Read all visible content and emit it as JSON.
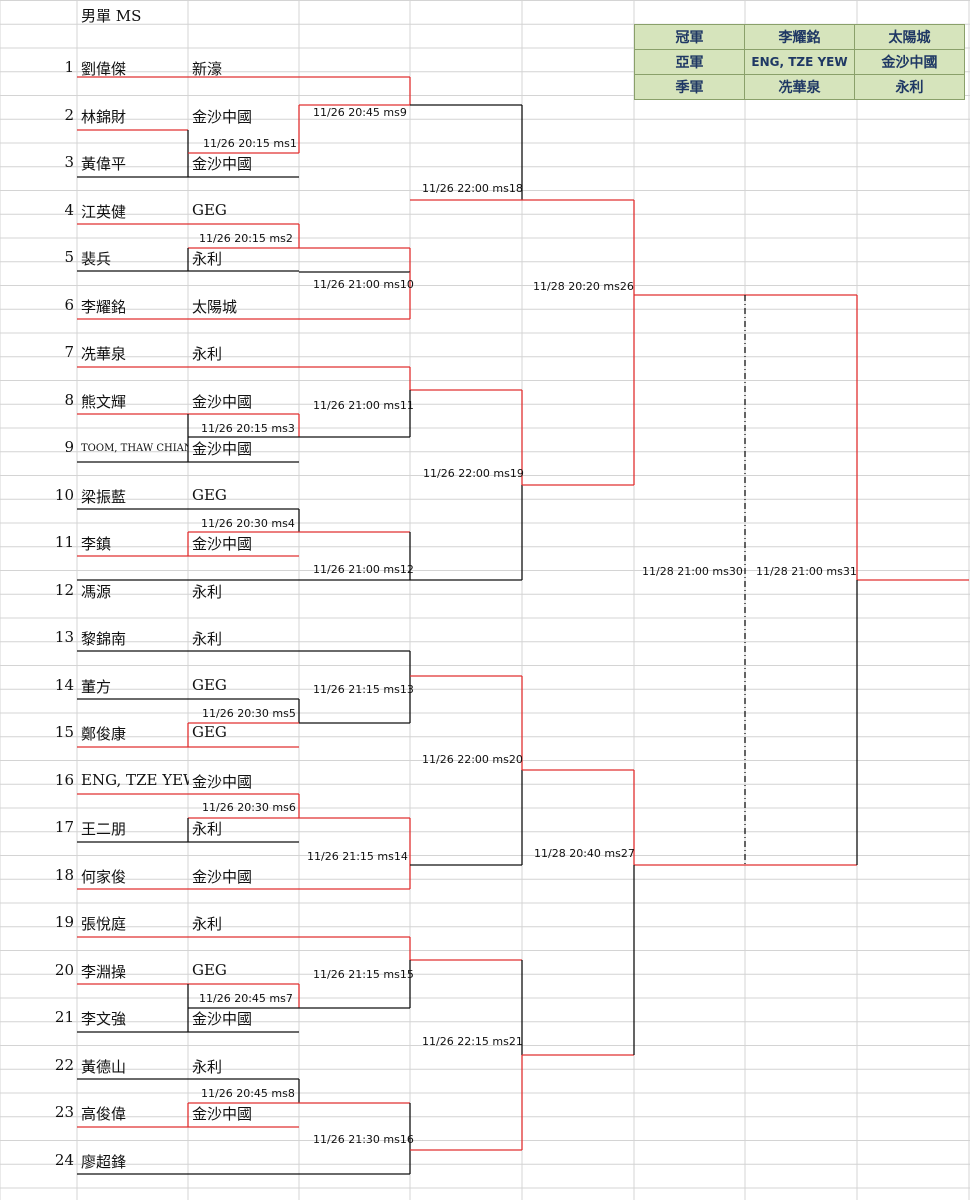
{
  "sheet_title": "男單 MS",
  "results": {
    "champion": {
      "label": "冠軍",
      "player": "李耀銘",
      "club": "太陽城"
    },
    "runner_up": {
      "label": "亞軍",
      "player": "ENG, TZE YEW",
      "club": "金沙中國"
    },
    "third": {
      "label": "季軍",
      "player": "冼華泉",
      "club": "永利"
    }
  },
  "players": [
    {
      "num": "1",
      "name": "劉偉傑",
      "club": "新濠"
    },
    {
      "num": "2",
      "name": "林錦財",
      "club": "金沙中國"
    },
    {
      "num": "3",
      "name": "黃偉平",
      "club": "金沙中國"
    },
    {
      "num": "4",
      "name": "江英健",
      "club": "GEG"
    },
    {
      "num": "5",
      "name": "裴兵",
      "club": "永利"
    },
    {
      "num": "6",
      "name": "李耀銘",
      "club": "太陽城"
    },
    {
      "num": "7",
      "name": "冼華泉",
      "club": "永利"
    },
    {
      "num": "8",
      "name": "熊文輝",
      "club": "金沙中國"
    },
    {
      "num": "9",
      "name": "TOOM, THAW CHIAN",
      "club": "金沙中國"
    },
    {
      "num": "10",
      "name": "梁振藍",
      "club": "GEG"
    },
    {
      "num": "11",
      "name": "李鎮",
      "club": "金沙中國"
    },
    {
      "num": "12",
      "name": "馮源",
      "club": "永利"
    },
    {
      "num": "13",
      "name": "黎錦南",
      "club": "永利"
    },
    {
      "num": "14",
      "name": "董方",
      "club": "GEG"
    },
    {
      "num": "15",
      "name": "鄭俊康",
      "club": "GEG"
    },
    {
      "num": "16",
      "name": "ENG, TZE YEW",
      "club": "金沙中國"
    },
    {
      "num": "17",
      "name": "王二朋",
      "club": "永利"
    },
    {
      "num": "18",
      "name": "何家俊",
      "club": "金沙中國"
    },
    {
      "num": "19",
      "name": "張悅庭",
      "club": "永利"
    },
    {
      "num": "20",
      "name": "李淵操",
      "club": "GEG"
    },
    {
      "num": "21",
      "name": "李文強",
      "club": "金沙中國"
    },
    {
      "num": "22",
      "name": "黃德山",
      "club": "永利"
    },
    {
      "num": "23",
      "name": "高俊偉",
      "club": "金沙中國"
    },
    {
      "num": "24",
      "name": "廖超鋒",
      "club": ""
    }
  ],
  "matches": {
    "ms1": "11/26 20:15 ms1",
    "ms2": "11/26 20:15 ms2",
    "ms3": "11/26 20:15 ms3",
    "ms4": "11/26 20:30 ms4",
    "ms5": "11/26 20:30 ms5",
    "ms6": "11/26 20:30 ms6",
    "ms7": "11/26 20:45 ms7",
    "ms8": "11/26 20:45 ms8",
    "ms9": "11/26 20:45 ms9",
    "ms10": "11/26 21:00 ms10",
    "ms11": "11/26 21:00 ms11",
    "ms12": "11/26 21:00 ms12",
    "ms13": "11/26 21:15 ms13",
    "ms14": "11/26 21:15 ms14",
    "ms15": "11/26 21:15 ms15",
    "ms16": "11/26 21:30 ms16",
    "ms18": "11/26 22:00 ms18",
    "ms19": "11/26 22:00 ms19",
    "ms20": "11/26 22:00 ms20",
    "ms21": "11/26 22:15 ms21",
    "ms26": "11/28 20:20 ms26",
    "ms27": "11/28 20:40 ms27",
    "ms30": "11/28  21:00 ms30",
    "ms31": "11/28 21:00 ms31"
  },
  "colors": {
    "win_line": "#e03030",
    "loss_line": "#111111",
    "grid": "#d4d4d4",
    "result_fill": "#d6e4bc",
    "result_text": "#1f3864"
  }
}
